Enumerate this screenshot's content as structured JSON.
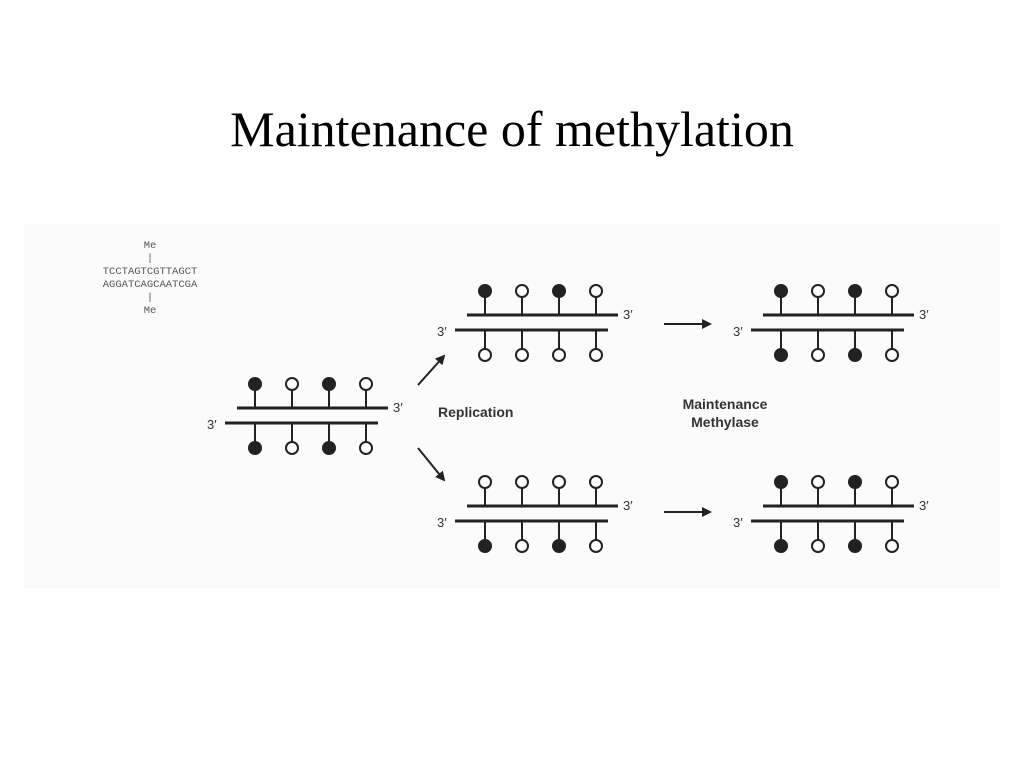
{
  "title": "Maintenance of methylation",
  "sequence": {
    "top_mark": "Me",
    "strand_top": "TCCTAGTCGTTAGCT",
    "strand_bottom": "AGGATCAGCAATCGA",
    "bottom_mark": "Me"
  },
  "labels": {
    "replication": "Replication",
    "maintenance_line1": "Maintenance",
    "maintenance_line2": "Methylase"
  },
  "end_label": "3′",
  "legend": {
    "methylated": "filled circle",
    "unmethylated": "open circle"
  },
  "duplexes": {
    "parent": {
      "top": [
        1,
        0,
        1,
        0
      ],
      "bottom": [
        1,
        0,
        1,
        0
      ]
    },
    "daughter_1": {
      "top": [
        1,
        0,
        1,
        0
      ],
      "bottom": [
        0,
        0,
        0,
        0
      ]
    },
    "daughter_2": {
      "top": [
        0,
        0,
        0,
        0
      ],
      "bottom": [
        1,
        0,
        1,
        0
      ]
    },
    "result_1": {
      "top": [
        1,
        0,
        1,
        0
      ],
      "bottom": [
        1,
        0,
        1,
        0
      ]
    },
    "result_2": {
      "top": [
        1,
        0,
        1,
        0
      ],
      "bottom": [
        1,
        0,
        1,
        0
      ]
    }
  }
}
